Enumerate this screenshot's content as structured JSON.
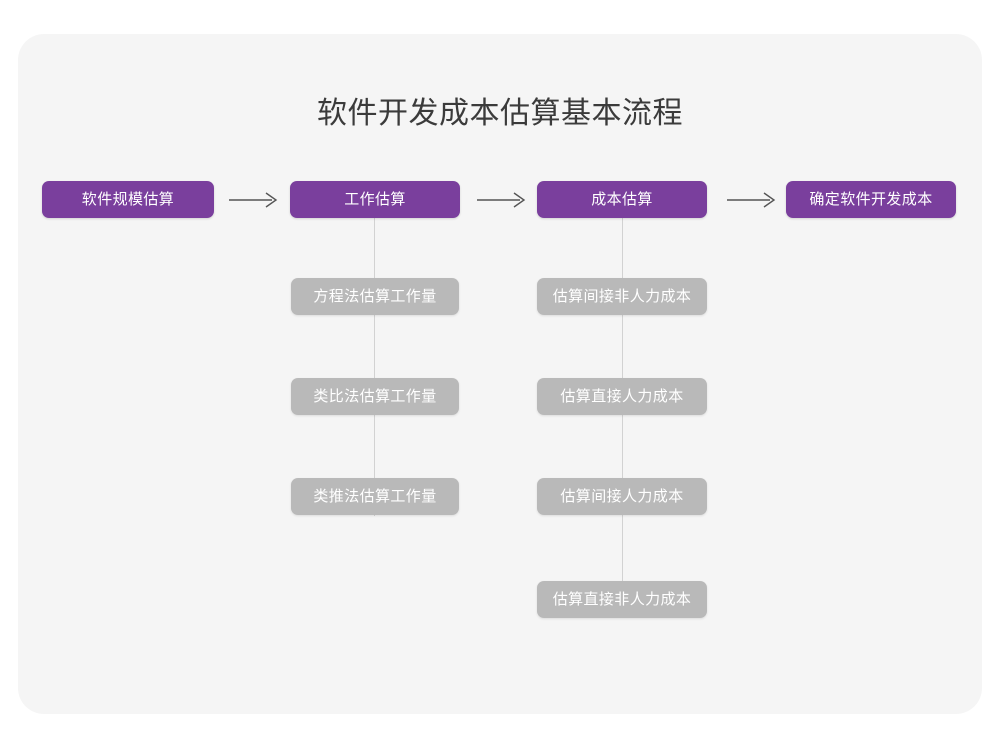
{
  "page": {
    "background_color": "#ffffff",
    "card_color": "#f5f5f5"
  },
  "diagram": {
    "title": "软件开发成本估算基本流程",
    "title_color": "#3b3b3b",
    "primary_color": "#7a3f9d",
    "sub_color": "#b9b9b9",
    "line_color": "#d2d2d2",
    "arrow_color": "#555555",
    "stages": [
      {
        "label": "软件规模估算",
        "substeps": []
      },
      {
        "label": "工作估算",
        "substeps": [
          "方程法估算工作量",
          "类比法估算工作量",
          "类推法估算工作量"
        ]
      },
      {
        "label": "成本估算",
        "substeps": [
          "估算间接非人力成本",
          "估算直接人力成本",
          "估算间接人力成本",
          "估算直接非人力成本"
        ]
      },
      {
        "label": "确定软件开发成本",
        "substeps": []
      }
    ],
    "connectors": [
      {
        "name": "arrow-stage1-to-stage2"
      },
      {
        "name": "arrow-stage2-to-stage3"
      },
      {
        "name": "arrow-stage3-to-stage4"
      }
    ]
  }
}
